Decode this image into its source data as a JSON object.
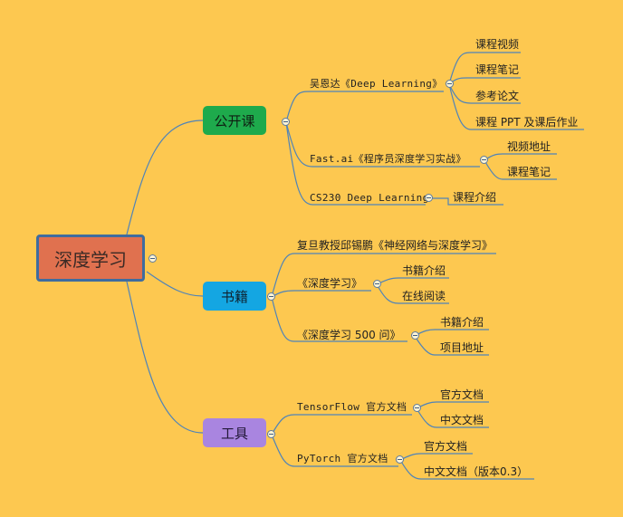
{
  "root": {
    "label": "深度学习"
  },
  "branches": {
    "course": {
      "label": "公开课",
      "wu": {
        "label": "吴恩达《Deep Learning》",
        "items": [
          "课程视频",
          "课程笔记",
          "参考论文",
          "课程 PPT 及课后作业"
        ]
      },
      "fast": {
        "label": "Fast.ai《程序员深度学习实战》",
        "items": [
          "视频地址",
          "课程笔记"
        ]
      },
      "cs230": {
        "label": "CS230 Deep Learning",
        "items": [
          "课程介绍"
        ]
      }
    },
    "books": {
      "label": "书籍",
      "qiu": {
        "label": "复旦教授邱锡鹏《神经网络与深度学习》"
      },
      "dl": {
        "label": "《深度学习》",
        "items": [
          "书籍介绍",
          "在线阅读"
        ]
      },
      "dl500": {
        "label": "《深度学习 500 问》",
        "items": [
          "书籍介绍",
          "项目地址"
        ]
      }
    },
    "tools": {
      "label": "工具",
      "tf": {
        "label": "TensorFlow 官方文档",
        "items": [
          "官方文档",
          "中文文档"
        ]
      },
      "pt": {
        "label": "PyTorch 官方文档",
        "items": [
          "官方文档",
          "中文文档（版本0.3）"
        ]
      }
    }
  },
  "colors": {
    "background": "#FDC850",
    "connector": "#4F83B8",
    "root": "#E0714F",
    "course": "#1EAA4C",
    "books": "#14A6E2",
    "tools": "#A985E0"
  }
}
